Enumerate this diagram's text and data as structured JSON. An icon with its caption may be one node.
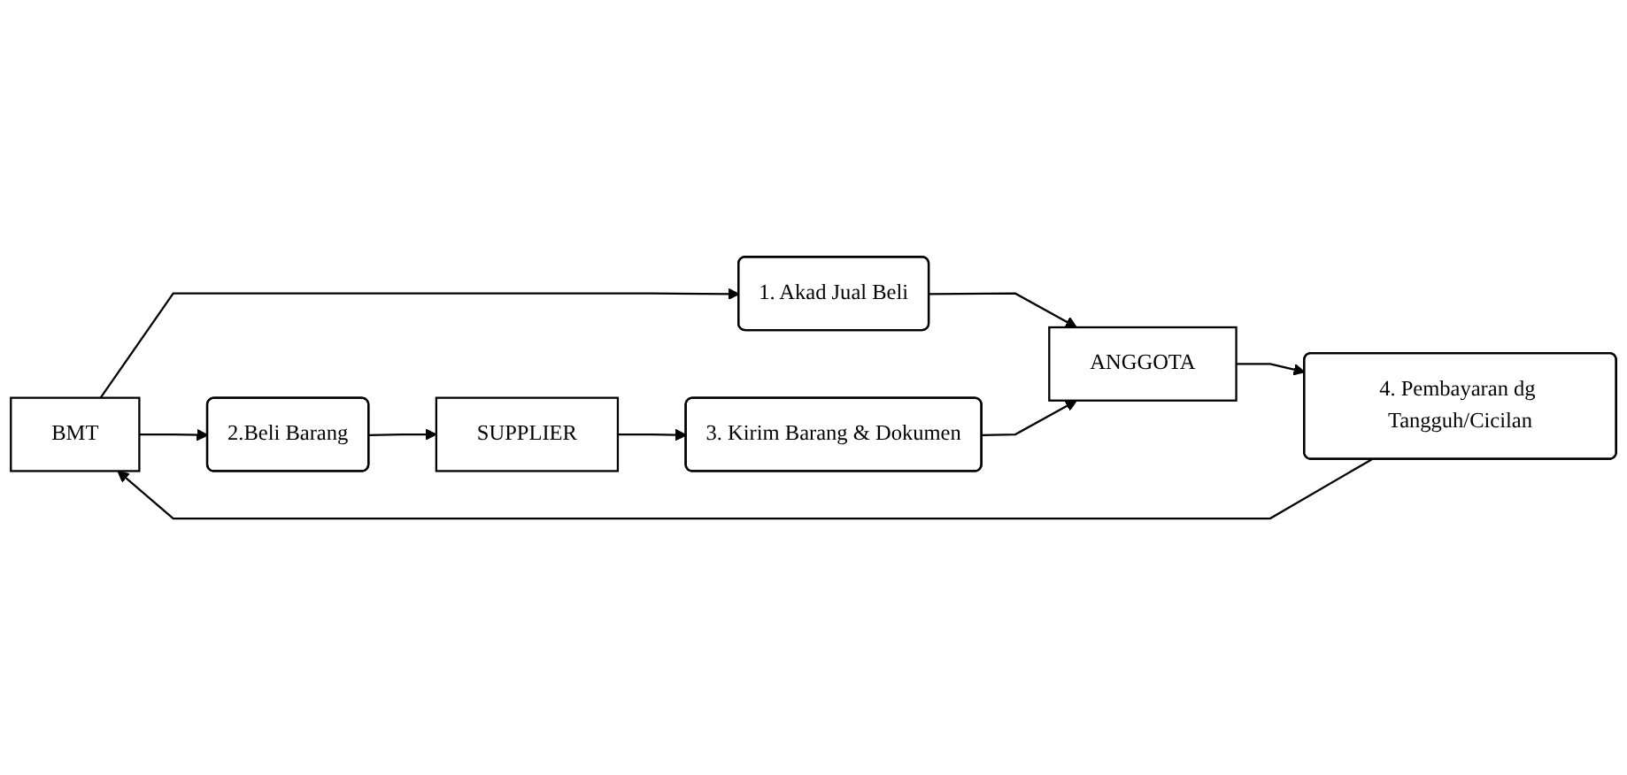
{
  "diagram": {
    "nodes": [
      {
        "text": [
          "BMT"
        ]
      },
      {
        "text": [
          "2.Beli Barang"
        ]
      },
      {
        "text": [
          "SUPPLIER"
        ]
      },
      {
        "text": [
          "4. Pembayaran dg Tangguh/Cicilan"
        ]
      },
      {
        "text": [
          "1. Akad Jual Beli"
        ]
      },
      {
        "text": [
          "ANGGOTA"
        ]
      },
      {
        "text": [
          "3. Kirim Barang & Dokumen"
        ]
      }
    ],
    "edges": [
      {
        "from": 0,
        "to": 1,
        "arrow": "to"
      },
      {
        "from": 1,
        "to": 2,
        "arrow": "to"
      },
      {
        "from": 0,
        "to": 4,
        "arrow": "to"
      },
      {
        "from": 4,
        "to": 5,
        "arrow": "to"
      },
      {
        "from": 2,
        "to": 6,
        "arrow": "to"
      },
      {
        "from": 6,
        "to": 5,
        "arrow": "to"
      },
      {
        "from": 5,
        "to": 3,
        "arrow": "to"
      },
      {
        "from": 3,
        "to": 0,
        "arrow": "to"
      }
    ]
  }
}
